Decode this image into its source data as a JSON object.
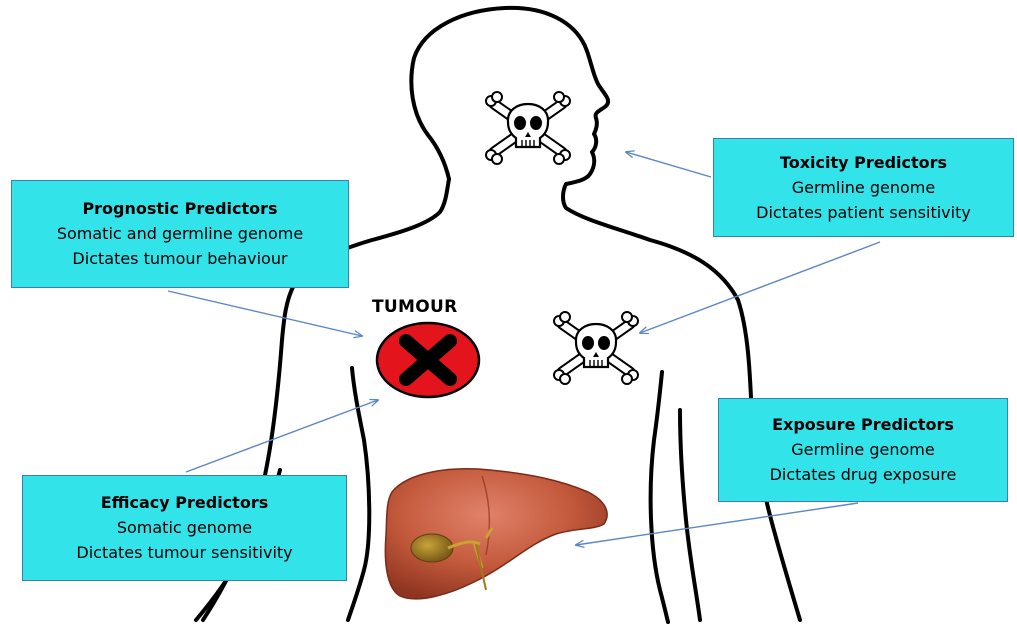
{
  "tumour_label": "TUMOUR",
  "boxes": {
    "prognostic": {
      "title": "Prognostic Predictors",
      "line1": "Somatic and germline genome",
      "line2": "Dictates tumour behaviour"
    },
    "toxicity": {
      "title": "Toxicity Predictors",
      "line1": "Germline genome",
      "line2": "Dictates patient sensitivity"
    },
    "efficacy": {
      "title": "Efficacy Predictors",
      "line1": "Somatic genome",
      "line2": "Dictates tumour sensitivity"
    },
    "exposure": {
      "title": "Exposure Predictors",
      "line1": "Germline genome",
      "line2": "Dictates drug exposure"
    }
  },
  "colors": {
    "box_fill": "#33e3ea",
    "box_border": "#3b7fb0",
    "arrow": "#5b86c4",
    "tumour_fill": "#e3141b",
    "liver": "#b84a2e"
  },
  "icons": [
    "body-outline-icon",
    "skull-crossbones-icon",
    "x-mark-icon",
    "liver-icon"
  ]
}
